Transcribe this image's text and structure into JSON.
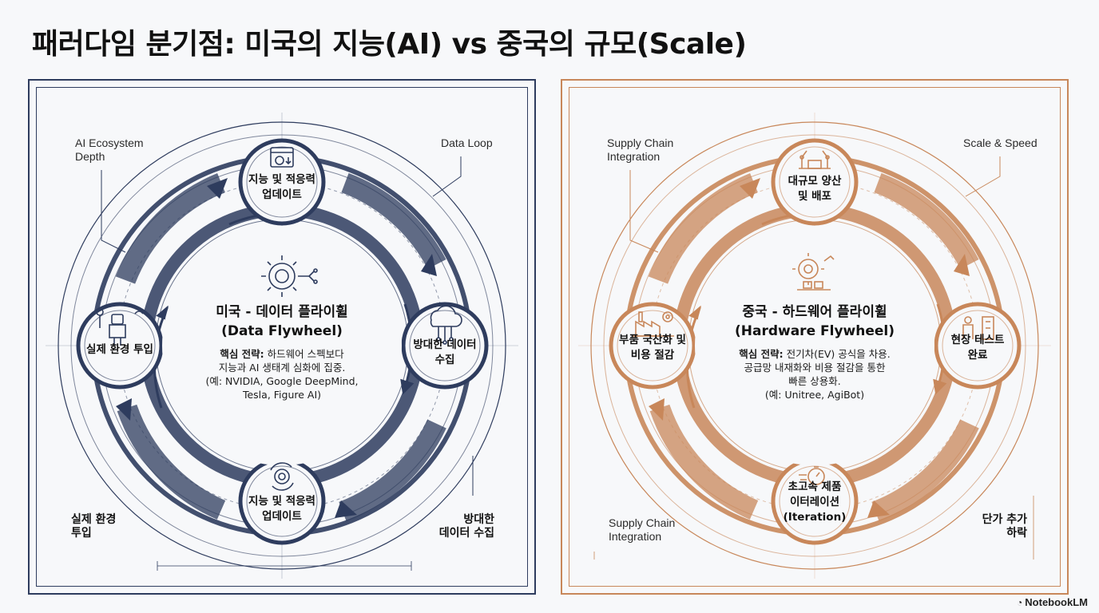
{
  "title": "패러다임 분기점: 미국의 지능(AI) vs 중국의 규모(Scale)",
  "brand": "NotebookLM",
  "colors": {
    "us": "#2e3c5e",
    "cn": "#c8875a"
  },
  "us": {
    "corner_labels": {
      "top_left": [
        "AI Ecosystem",
        "Depth"
      ],
      "top_right": [
        "Data Loop"
      ],
      "bottom_left": [
        "실제 환경",
        "투입"
      ],
      "bottom_right": [
        "방대한",
        "데이터 수집"
      ]
    },
    "nodes": {
      "top": {
        "lines": [
          "지능 및 적응력",
          "업데이트"
        ],
        "icon": "settings-download-icon"
      },
      "right": {
        "lines": [
          "방대한 데이터",
          "수집"
        ],
        "icon": "cloud-network-icon"
      },
      "bottom": {
        "lines": [
          "지능 및 적응력",
          "업데이트"
        ],
        "icon": "gear-refresh-icon"
      },
      "left": {
        "lines": [
          "실제 환경 투입"
        ],
        "icon": "robot-field-icon"
      }
    },
    "center": {
      "icon": "brain-gear-icon",
      "title": [
        "미국 - 데이터 플라이휠",
        "(Data Flywheel)"
      ],
      "strategy_label": "핵심 전략:",
      "desc": [
        "하드웨어 스펙보다",
        "지능과 AI 생태계 심화에 집중.",
        "(예: NVIDIA, Google DeepMind,",
        "Tesla, Figure AI)"
      ]
    }
  },
  "cn": {
    "corner_labels": {
      "top_left": [
        "Supply Chain",
        "Integration"
      ],
      "top_right": [
        "Scale & Speed"
      ],
      "bottom_left": [
        "Supply Chain",
        "Integration"
      ],
      "bottom_right": [
        "단가 추가",
        "하락"
      ]
    },
    "nodes": {
      "top": {
        "lines": [
          "대규모 양산",
          "및 배포"
        ],
        "icon": "robot-arm-line-icon"
      },
      "right": {
        "lines": [
          "현장 테스트",
          "완료"
        ],
        "icon": "worker-building-icon"
      },
      "bottom": {
        "lines": [
          "초고속 제품",
          "이터레이션",
          "(Iteration)"
        ],
        "icon": "stopwatch-icon"
      },
      "left": {
        "lines": [
          "부품 국산화 및",
          "비용 절감"
        ],
        "icon": "factory-gear-icon"
      }
    },
    "center": {
      "icon": "gear-conveyor-icon",
      "title": [
        "중국 - 하드웨어 플라이휠",
        "(Hardware Flywheel)"
      ],
      "strategy_label": "핵심 전략:",
      "desc": [
        "전기차(EV) 공식을 차용.",
        "공급망 내재화와 비용 절감을 통한",
        "빠른 상용화.",
        "(예: Unitree, AgiBot)"
      ]
    }
  }
}
